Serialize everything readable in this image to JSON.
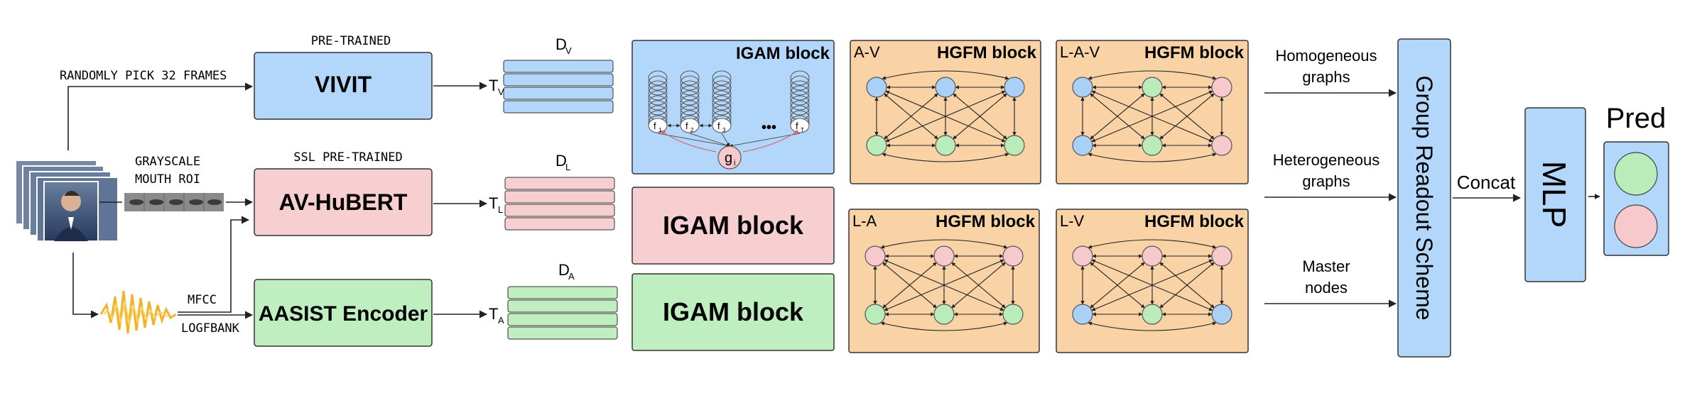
{
  "input": {
    "frames_label": "RANDOMLY PICK 32 FRAMES",
    "roi_label_1": "GRAYSCALE",
    "roi_label_2": "MOUTH ROI",
    "mfcc_label": "MFCC",
    "logfbank_label": "LOGFBANK"
  },
  "encoders": {
    "vivit": {
      "tag": "PRE-TRAINED",
      "name": "VIVIT",
      "color": "#b3d7fb"
    },
    "avhubert": {
      "tag": "SSL PRE-TRAINED",
      "name": "AV-HuBERT",
      "color": "#f8cfd0"
    },
    "aasist": {
      "name": "AASIST Encoder",
      "color": "#bfeec0"
    }
  },
  "features": {
    "video": {
      "t_sub": "V",
      "d_sub": "V"
    },
    "lip": {
      "t_sub": "L",
      "d_sub": "L"
    },
    "audio": {
      "t_sub": "A",
      "d_sub": "A"
    }
  },
  "igam": {
    "title": "IGAM block",
    "frames": [
      {
        "main": "f",
        "sub": "1"
      },
      {
        "main": "f",
        "sub": "2"
      },
      {
        "main": "f",
        "sub": "3"
      },
      {
        "main": "f",
        "sub": "T"
      }
    ],
    "ellipsis": "•••",
    "g_main": "g",
    "g_sub": "i"
  },
  "hgfm": {
    "title": "HGFM block",
    "panels": [
      {
        "tag": "A-V",
        "top": [
          "blue",
          "blue",
          "blue"
        ],
        "bottom": [
          "green",
          "green",
          "green"
        ]
      },
      {
        "tag": "L-A-V",
        "top": [
          "blue",
          "green",
          "pink"
        ],
        "bottom": [
          "blue",
          "green",
          "pink"
        ]
      },
      {
        "tag": "L-A",
        "top": [
          "pink",
          "pink",
          "pink"
        ],
        "bottom": [
          "green",
          "green",
          "green"
        ]
      },
      {
        "tag": "L-V",
        "top": [
          "pink",
          "pink",
          "pink"
        ],
        "bottom": [
          "blue",
          "green",
          "blue"
        ]
      }
    ],
    "colors": {
      "blue": "#a9d1f7",
      "green": "#b9ecb8",
      "pink": "#f7c9cd",
      "panel": "#f9d3a5"
    }
  },
  "readout_inputs": [
    {
      "line1": "Homogeneous",
      "line2": "graphs"
    },
    {
      "line1": "Heterogeneous",
      "line2": "graphs"
    },
    {
      "line1": "Master",
      "line2": "nodes"
    }
  ],
  "readout": {
    "label": "Group Readout Scheme"
  },
  "concat_label": "Concat",
  "mlp_label": "MLP",
  "pred": {
    "label": "Pred",
    "top_color": "#b9ecb8",
    "bottom_color": "#f7c9cd"
  }
}
